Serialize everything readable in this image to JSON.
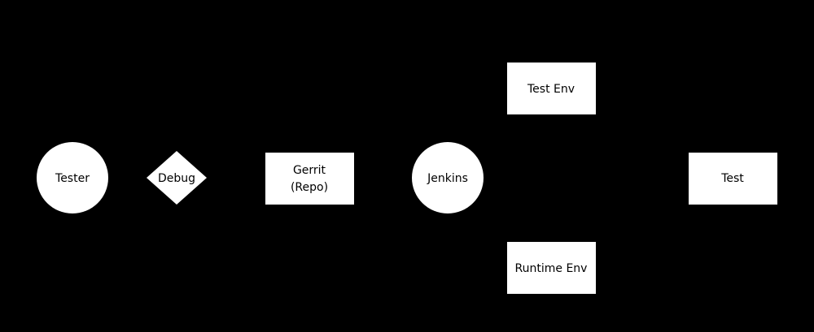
{
  "colors": {
    "background": "#000000",
    "node_fill": "#ffffff",
    "text": "#000000",
    "edge": "#000000"
  },
  "nodes": {
    "tester": {
      "shape": "circle",
      "label": "Tester"
    },
    "debug": {
      "shape": "diamond",
      "label": "Debug"
    },
    "gerrit": {
      "shape": "rectangle",
      "label_line1": "Gerrit",
      "label_line2": "(Repo)"
    },
    "jenkins": {
      "shape": "circle",
      "label": "Jenkins"
    },
    "test_env": {
      "shape": "rectangle",
      "label": "Test Env"
    },
    "runtime_env": {
      "shape": "rectangle",
      "label": "Runtime Env"
    },
    "test": {
      "shape": "rectangle",
      "label": "Test"
    }
  }
}
